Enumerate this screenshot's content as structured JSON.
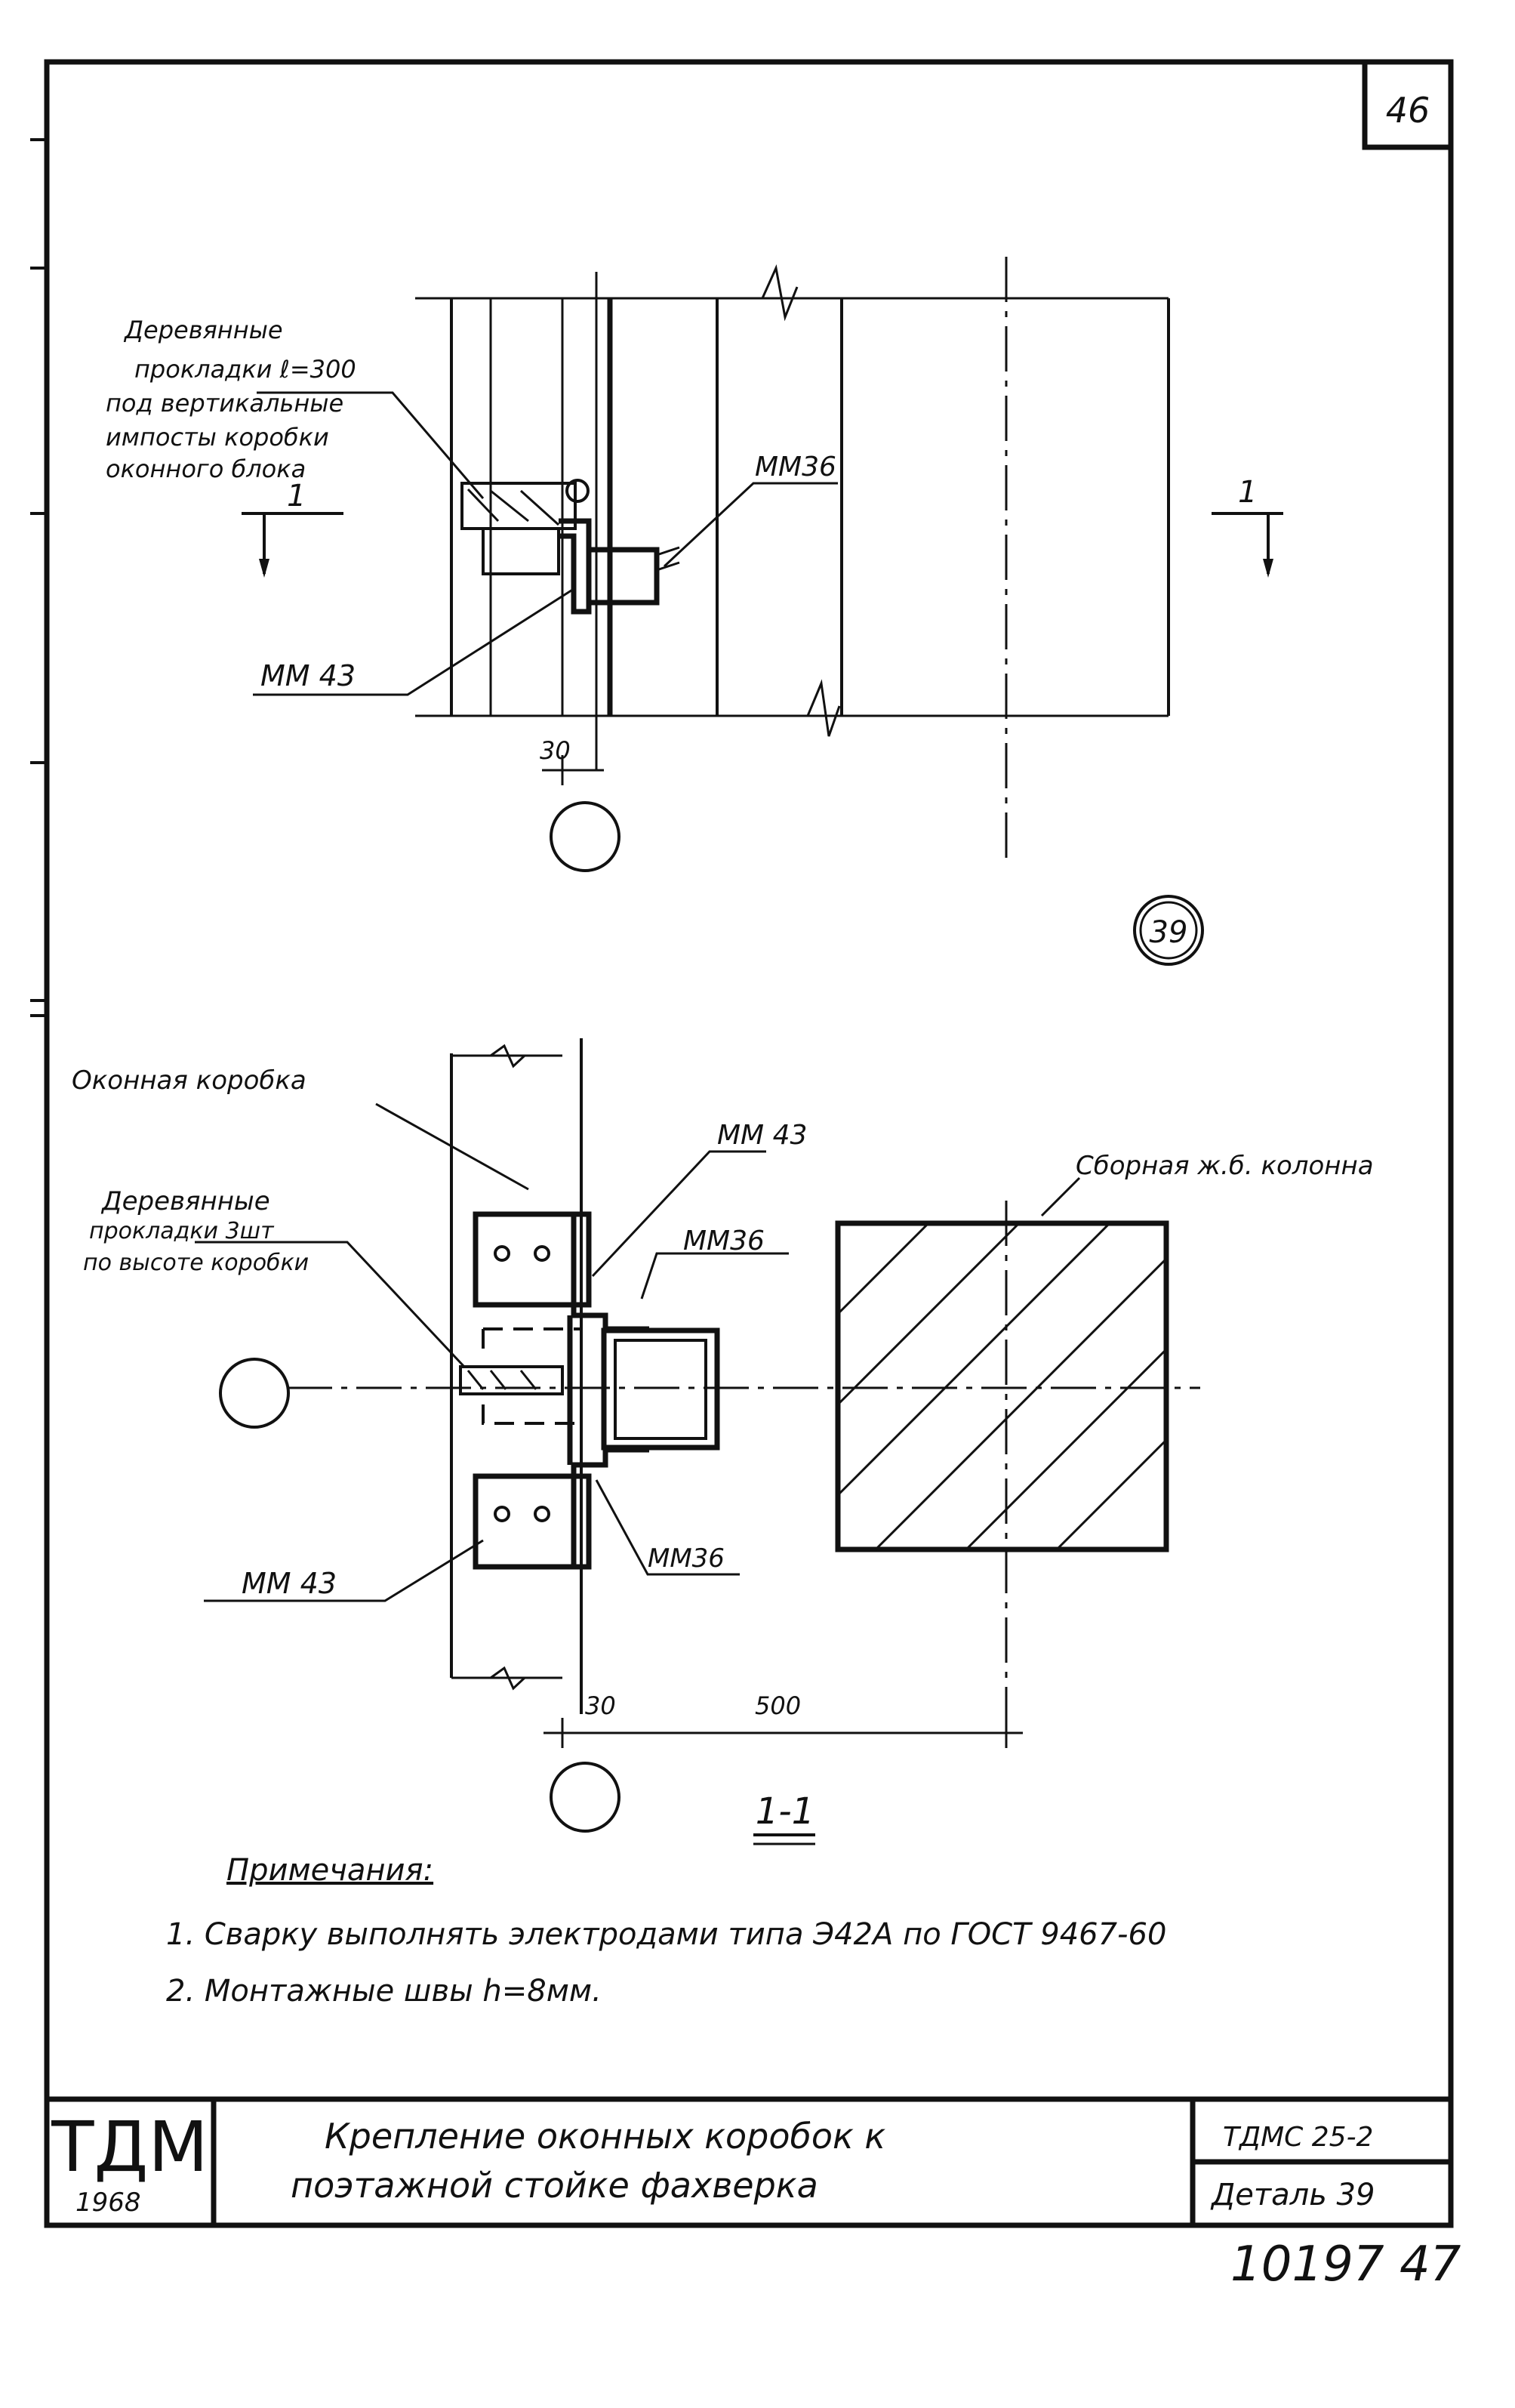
{
  "sheet_number": "46",
  "detail_badge": "39",
  "top_view": {
    "wood_pads_label": [
      "Деревянные",
      "прокладки ℓ=300",
      "под вертикальные",
      "импосты коробки",
      "оконного блока"
    ],
    "mm36_label": "ММ36",
    "mm43_label": "ММ 43",
    "section_mark": "1",
    "dim_30": "30"
  },
  "section_view": {
    "window_frame_label": "Оконная коробка",
    "mm43_top_label": "ММ 43",
    "mm36_top_label": "ММ36",
    "column_label": "Сборная ж.б. колонна",
    "wood_pads_label": [
      "Деревянные",
      "прокладки 3шт",
      "по высоте коробки"
    ],
    "mm43_bottom_label": "ММ 43",
    "mm36_bottom_label": "ММ36",
    "dim_30": "30",
    "dim_500": "500",
    "section_title": "1-1"
  },
  "notes": {
    "heading": "Примечания:",
    "items": [
      "1. Сварку выполнять электродами типа Э42А по ГОСТ 9467-60",
      "2. Монтажные швы h=8мм."
    ]
  },
  "title_block": {
    "logo": "ТДМ",
    "year": "1968",
    "title_line1": "Крепление оконных коробок к",
    "title_line2": "поэтажной стойке фахверка",
    "code": "ТДМС 25-2",
    "detail": "Деталь 39"
  },
  "stamp_number": "10197 47"
}
